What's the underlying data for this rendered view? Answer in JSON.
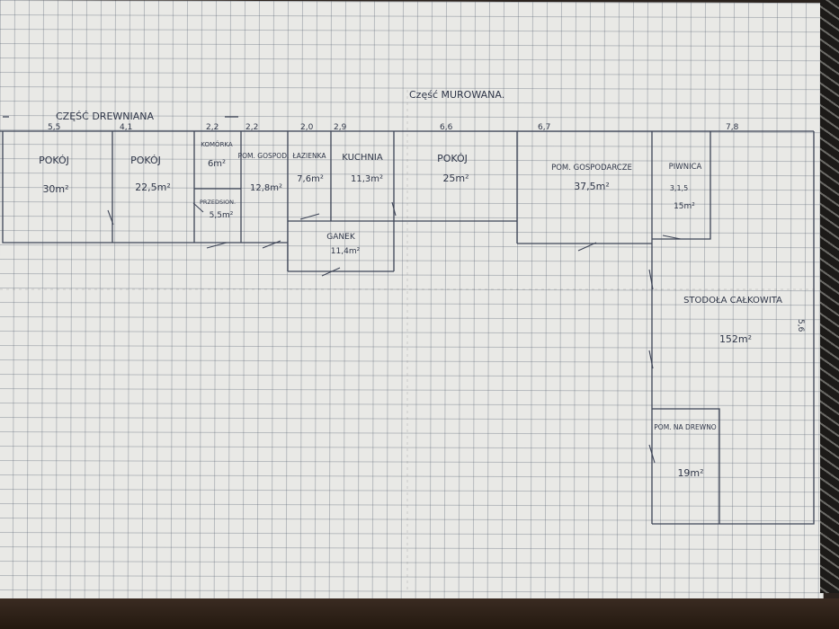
{
  "headings": {
    "wooden_part": "CZĘŚĆ DREWNIANA",
    "brick_part": "Część MUROWANA."
  },
  "dimensions": [
    "5,5",
    "4,1",
    "2,2",
    "2,2",
    "2,0",
    "2,9",
    "6,6",
    "6,7",
    "7,8"
  ],
  "side_dimension": "5,6",
  "rooms": [
    {
      "key": "pokoj1",
      "name": "POKÓJ",
      "area": "30m²"
    },
    {
      "key": "pokoj2",
      "name": "POKÓJ",
      "area": "22,5m²"
    },
    {
      "key": "komorka",
      "name": "KOMÓRKA",
      "area": "6m²"
    },
    {
      "key": "przedsionek",
      "name": "PRZEDSION.",
      "area": "5,5m²"
    },
    {
      "key": "pom_gospod",
      "name": "POM. GOSPOD.",
      "area": "12,8m²"
    },
    {
      "key": "lazienka",
      "name": "ŁAZIENKA",
      "area": "7,6m²"
    },
    {
      "key": "kuchnia",
      "name": "KUCHNIA",
      "area": "11,3m²"
    },
    {
      "key": "pokoj3",
      "name": "POKÓJ",
      "area": "25m²"
    },
    {
      "key": "ganek",
      "name": "GANEK",
      "area": "11,4m²"
    },
    {
      "key": "pom_gospodarcze",
      "name": "POM. GOSPODARCZE",
      "area": "37,5m²"
    },
    {
      "key": "piwnica",
      "name": "PIWNICA",
      "sub": "3,1,5",
      "area": "15m²"
    },
    {
      "key": "stodola",
      "name": "STODOŁA CAŁKOWITA",
      "area": "152m²"
    },
    {
      "key": "pom_drewno",
      "name": "POM. NA DREWNO",
      "area": "19m²"
    }
  ]
}
